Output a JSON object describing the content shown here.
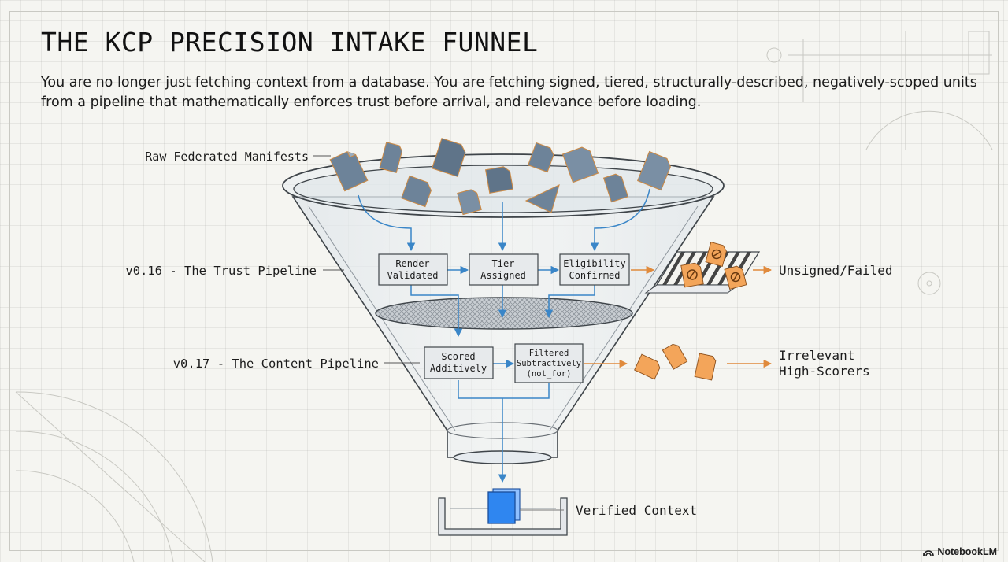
{
  "title": "THE KCP PRECISION INTAKE FUNNEL",
  "subtitle": "You are no longer just fetching context from a database. You are fetching signed, tiered, structurally-described, negatively-scoped units from a pipeline that mathematically enforces trust before arrival, and relevance before loading.",
  "labels": {
    "raw": "Raw Federated Manifests",
    "trust": "v0.16 - The Trust Pipeline",
    "content": "v0.17 - The Content Pipeline",
    "unsigned": "Unsigned/Failed",
    "irrelevant_1": "Irrelevant",
    "irrelevant_2": "High-Scorers",
    "verified": "Verified Context"
  },
  "boxes": {
    "render": [
      "Render",
      "Validated"
    ],
    "tier": [
      "Tier",
      "Assigned"
    ],
    "eligibility": [
      "Eligibility",
      "Confirmed"
    ],
    "scored": [
      "Scored",
      "Additively"
    ],
    "filtered": [
      "Filtered",
      "Subtractively",
      "(not_for)"
    ]
  },
  "brand": "NotebookLM",
  "colors": {
    "flow": "#3a86c8",
    "reject": "#e08a3c",
    "doc": "#6d8399",
    "verified": "#2f86f0"
  }
}
